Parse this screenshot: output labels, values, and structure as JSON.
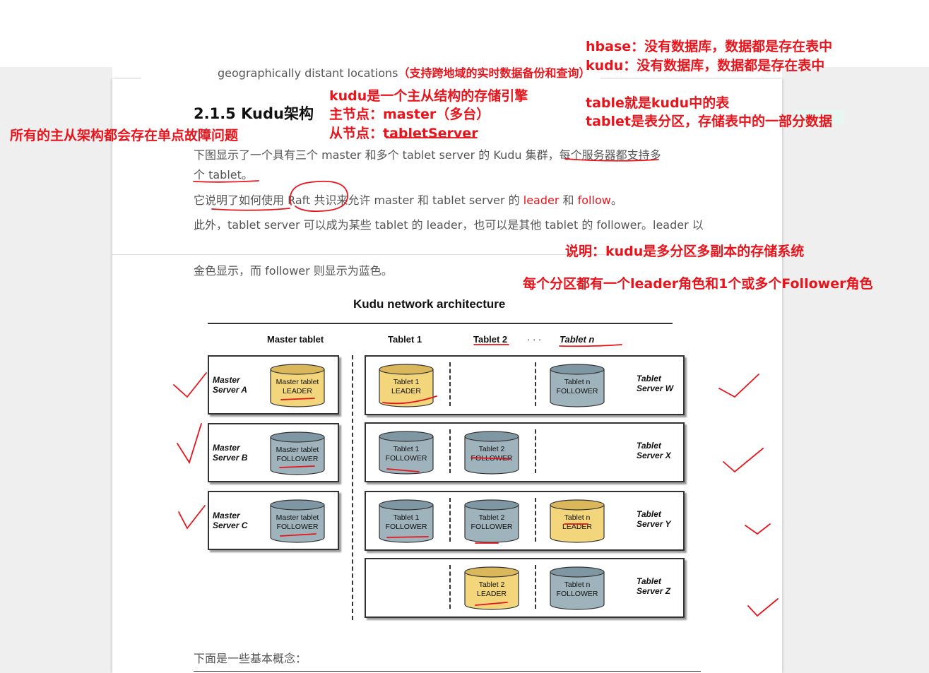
{
  "top_line": {
    "en": "geographically distant locations",
    "cn_note": "（支持跨地域的实时数据备份和查询）"
  },
  "heading": "2.1.5  Kudu架构",
  "annotations": {
    "hbase_note": "hbase：没有数据库，数据都是存在表中",
    "kudu_note": "kudu：没有数据库，数据都是存在表中",
    "table_note": "table就是kudu中的表",
    "tablet_note": "tablet是表分区，存储表中的一部分数据",
    "kudu_master_slave": "kudu是一个主从结构的存储引擎",
    "master_node": "主节点：master（多台）",
    "slave_node": "从节点：tabletServer",
    "single_point": "所有的主从架构都会存在单点故障问题",
    "explain": "说明：kudu是多分区多副本的存储系统",
    "partition_roles": "每个分区都有一个leader角色和1个或多个Follower角色"
  },
  "paragraphs": {
    "p1_line1": "下图显示了一个具有三个 master 和多个 tablet server 的 Kudu 集群，每个服务器都支持多",
    "p1_line2": "个 tablet。",
    "p2_prefix": "它说明了如何使用 Raft 共识来允许 master 和 tablet server 的 ",
    "p2_leader": "leader",
    "p2_and": " 和  ",
    "p2_follow": "follow",
    "p2_end": "。",
    "p3": "此外，tablet server 可以成为某些 tablet 的 leader，也可以是其他 tablet 的 follower。leader 以",
    "p4": "金色显示，而 follower 则显示为蓝色。",
    "p5": "下面是一些基本概念："
  },
  "figure": {
    "title": "Kudu network architecture",
    "col_master": "Master tablet",
    "col_t1": "Tablet 1",
    "col_t2": "Tablet 2",
    "col_dots": "· · ·",
    "col_tn": "Tablet n",
    "masters": [
      {
        "name_line1": "Master",
        "name_line2": "Server A",
        "tablet": "Master tablet",
        "role": "LEADER",
        "kind": "leader"
      },
      {
        "name_line1": "Master",
        "name_line2": "Server B",
        "tablet": "Master tablet",
        "role": "FOLLOWER",
        "kind": "follower"
      },
      {
        "name_line1": "Master",
        "name_line2": "Server C",
        "tablet": "Master tablet",
        "role": "FOLLOWER",
        "kind": "follower"
      }
    ],
    "tablet_servers": [
      {
        "name_line1": "Tablet",
        "name_line2": "Server W",
        "cells": [
          {
            "tablet": "Tablet 1",
            "role": "LEADER",
            "kind": "leader"
          },
          null,
          {
            "tablet": "Tablet n",
            "role": "FOLLOWER",
            "kind": "follower"
          }
        ]
      },
      {
        "name_line1": "Tablet",
        "name_line2": "Server X",
        "cells": [
          {
            "tablet": "Tablet 1",
            "role": "FOLLOWER",
            "kind": "follower"
          },
          {
            "tablet": "Tablet 2",
            "role": "FOLLOWER",
            "kind": "follower"
          },
          null
        ]
      },
      {
        "name_line1": "Tablet",
        "name_line2": "Server Y",
        "cells": [
          {
            "tablet": "Tablet 1",
            "role": "FOLLOWER",
            "kind": "follower"
          },
          {
            "tablet": "Tablet 2",
            "role": "FOLLOWER",
            "kind": "follower"
          },
          {
            "tablet": "Tablet n",
            "role": "LEADER",
            "kind": "leader"
          }
        ]
      },
      {
        "name_line1": "Tablet",
        "name_line2": "Server Z",
        "cells": [
          null,
          {
            "tablet": "Tablet 2",
            "role": "LEADER",
            "kind": "leader"
          },
          {
            "tablet": "Tablet n",
            "role": "FOLLOWER",
            "kind": "follower"
          }
        ]
      }
    ]
  },
  "colors": {
    "annotation_red": "#e8141c",
    "leader_gold": "#f3d57c",
    "follower_blue": "#9fb3bd"
  }
}
